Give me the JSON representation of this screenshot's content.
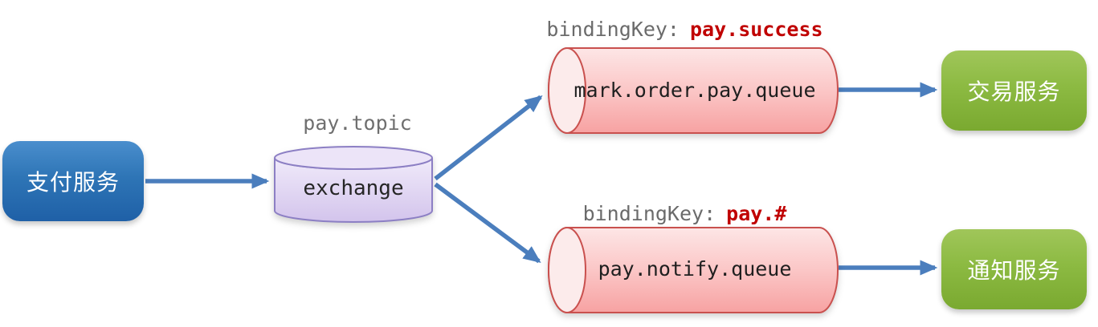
{
  "diagram": {
    "producer": {
      "label": "支付服务"
    },
    "exchange": {
      "label": "exchange",
      "type_label": "pay.topic"
    },
    "queues": [
      {
        "binding_key_label": "bindingKey:",
        "binding_key_value": "pay.success",
        "name": "mark.order.pay.queue",
        "consumer": {
          "label": "交易服务"
        }
      },
      {
        "binding_key_label": "bindingKey:",
        "binding_key_value": "pay.#",
        "name": "pay.notify.queue",
        "consumer": {
          "label": "通知服务"
        }
      }
    ],
    "colors": {
      "producer_blue": "#2E75B6",
      "consumer_green": "#8CBA42",
      "exchange_fill": "#E2D7F4",
      "exchange_border": "#8C7FC4",
      "queue_fill": "#FBC6C6",
      "queue_border": "#C9504E",
      "arrow_blue": "#4B7EBD",
      "binding_key_red": "#C00000",
      "label_gray": "#6F6F6F"
    }
  }
}
